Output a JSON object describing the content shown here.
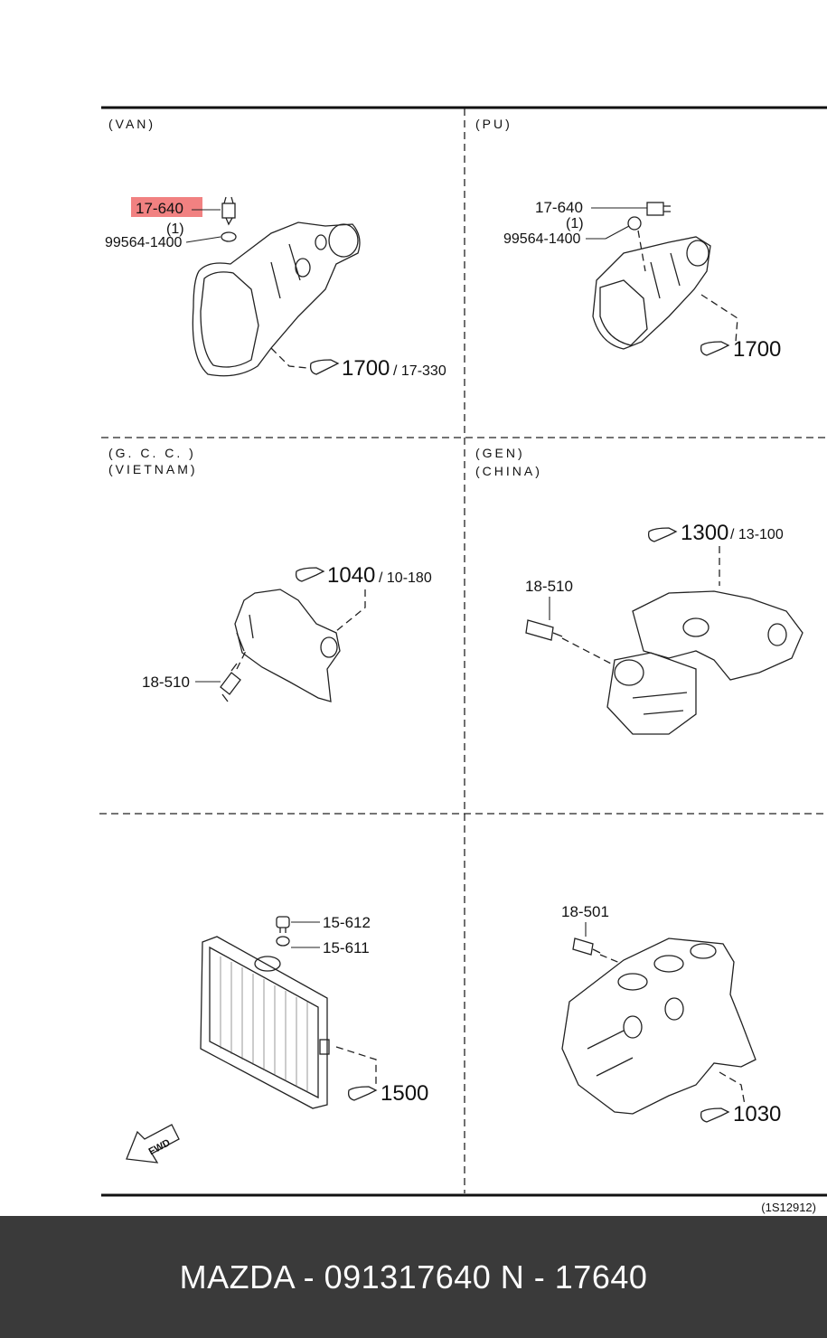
{
  "footer": {
    "caption": "MAZDA - 091317640    N - 17640"
  },
  "diagram": {
    "ref_code": "(1S12912)",
    "panels": {
      "van": {
        "region": "(VAN)",
        "part_top": "17-640",
        "qty": "(1)",
        "part_washer": "99564-1400",
        "ref_main": "1700",
        "ref_sub": "/ 17-330"
      },
      "pu": {
        "region": "(PU)",
        "part_top": "17-640",
        "qty": "(1)",
        "part_washer": "99564-1400",
        "ref_main": "1700"
      },
      "gcc": {
        "region_1": "(G. C. C. )",
        "region_2": "(VIETNAM)",
        "ref_main": "1040",
        "ref_sub": "/ 10-180",
        "part": "18-510"
      },
      "gen": {
        "region_1": "(GEN)",
        "region_2": "(CHINA)",
        "ref_main": "1300",
        "ref_sub": "/ 13-100",
        "part": "18-510"
      },
      "radiator": {
        "part_cap": "15-612",
        "part_seal": "15-611",
        "ref_main": "1500",
        "fwd_label": "FWD"
      },
      "engine": {
        "part": "18-501",
        "ref_main": "1030"
      }
    },
    "highlight_color": "#ee6b6b"
  }
}
